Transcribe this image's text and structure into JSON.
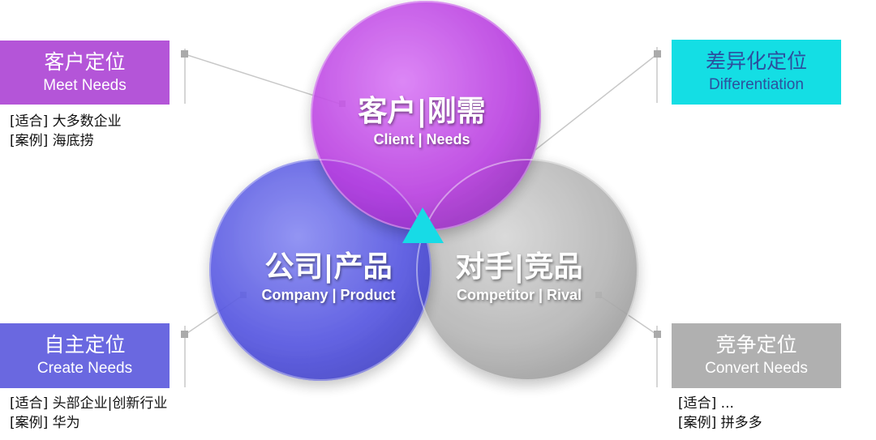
{
  "circles": {
    "client": {
      "zh": "客户|刚需",
      "en": "Client | Needs"
    },
    "company": {
      "zh": "公司|产品",
      "en": "Company | Product"
    },
    "competitor": {
      "zh": "对手|竞品",
      "en": "Competitor | Rival"
    }
  },
  "boxes": {
    "meet": {
      "zh": "客户定位",
      "en": "Meet Needs"
    },
    "diff": {
      "zh": "差异化定位",
      "en": "Differentiation"
    },
    "create": {
      "zh": "自主定位",
      "en": "Create Needs"
    },
    "convert": {
      "zh": "竞争定位",
      "en": "Convert Needs"
    }
  },
  "notes": {
    "meet": {
      "line1": "[适合] 大多数企业",
      "line2": "[案例] 海底捞"
    },
    "create": {
      "line1": "[适合] 头部企业|创新行业",
      "line2": "[案例] 华为"
    },
    "convert": {
      "line1": "[适合] ...",
      "line2": "[案例] 拼多多"
    }
  },
  "colors": {
    "client": "#c04ee8",
    "company": "#5a5be6",
    "competitor": "#b8b8b8",
    "triangle": "#17dbe6"
  }
}
